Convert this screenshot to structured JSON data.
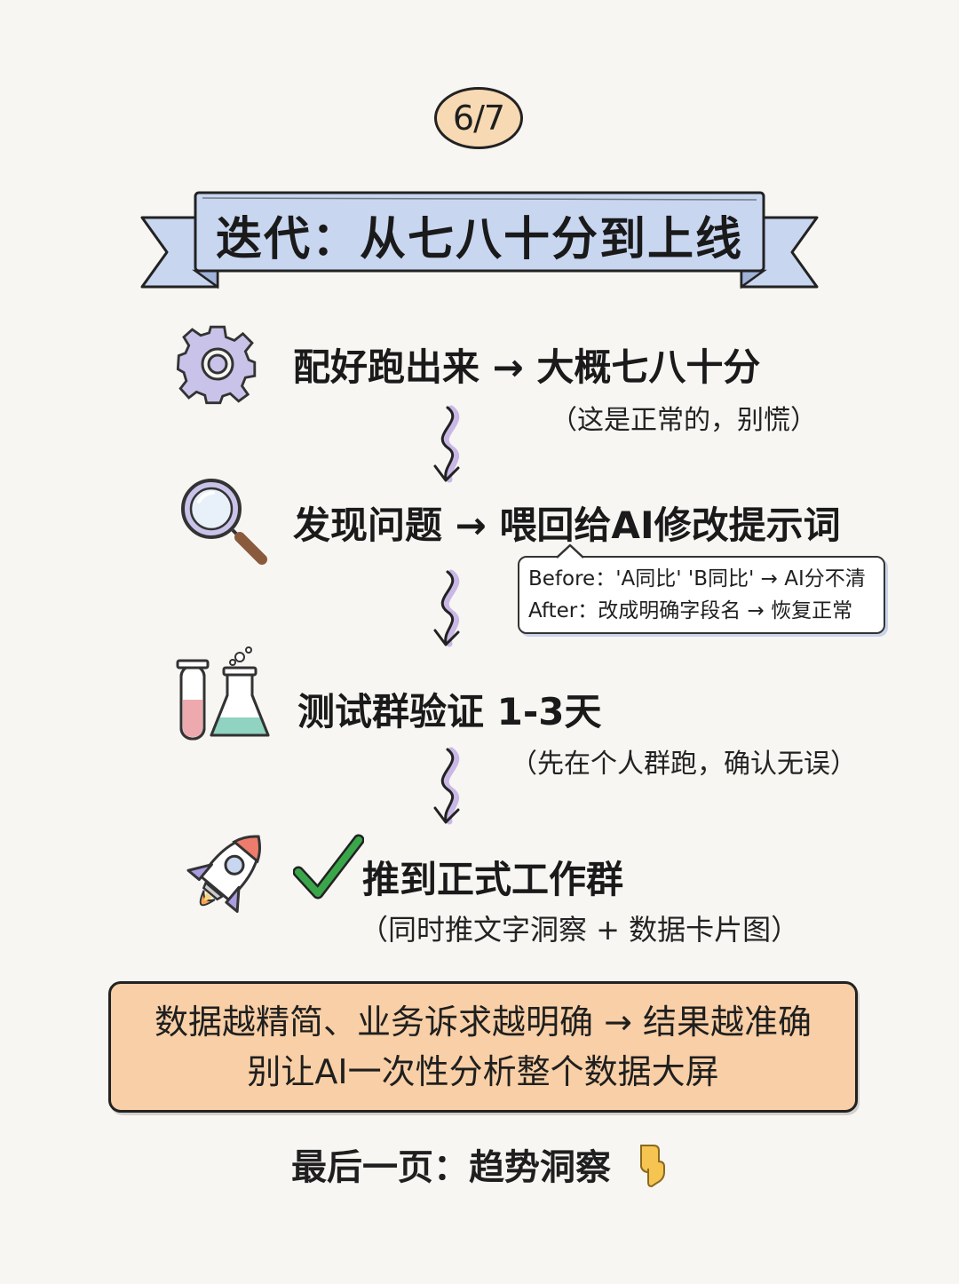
{
  "page_badge": "6/7",
  "title": "迭代：从七八十分到上线",
  "steps": [
    {
      "icon": "gear-icon",
      "title": "配好跑出来 → 大概七八十分",
      "note": "（这是正常的，别慌）"
    },
    {
      "icon": "magnifier-icon",
      "title": "发现问题 → 喂回给AI修改提示词",
      "note": ""
    },
    {
      "icon": "test-tube-flask-icon",
      "title": "测试群验证 1-3天",
      "note": "（先在个人群跑，确认无误）"
    },
    {
      "icon": "rocket-icon",
      "title": "推到正式工作群",
      "note": "（同时推文字洞察 + 数据卡片图）"
    }
  ],
  "callout": {
    "before": "Before：'A同比' 'B同比' → AI分不清",
    "after": "After：改成明确字段名 → 恢复正常"
  },
  "summary": {
    "line1": "数据越精简、业务诉求越明确 → 结果越准确",
    "line2": "别让AI一次性分析整个数据大屏"
  },
  "footer": {
    "text": "最后一页：趋势洞察",
    "icon": "pointing-down-icon"
  },
  "colors": {
    "ribbon": "#c8d6f0",
    "summary_bg": "#f8cfa6",
    "badge_bg": "#f7d9b3",
    "arrow_shadow": "#c9b8e6",
    "check": "#3aa64a"
  }
}
